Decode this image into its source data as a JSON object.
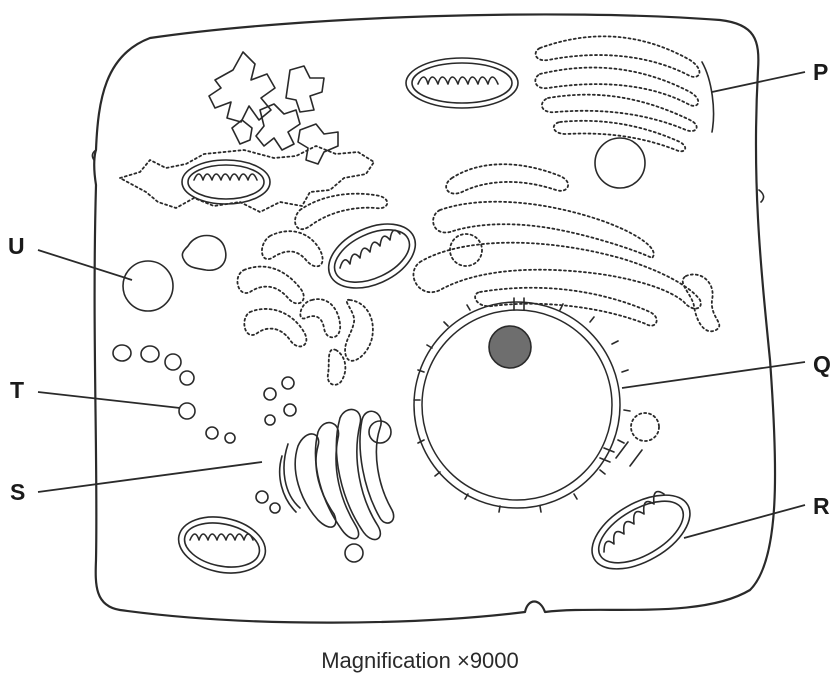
{
  "labels": {
    "P": "P",
    "Q": "Q",
    "R": "R",
    "S": "S",
    "T": "T",
    "U": "U"
  },
  "caption": "Magnification ×9000"
}
